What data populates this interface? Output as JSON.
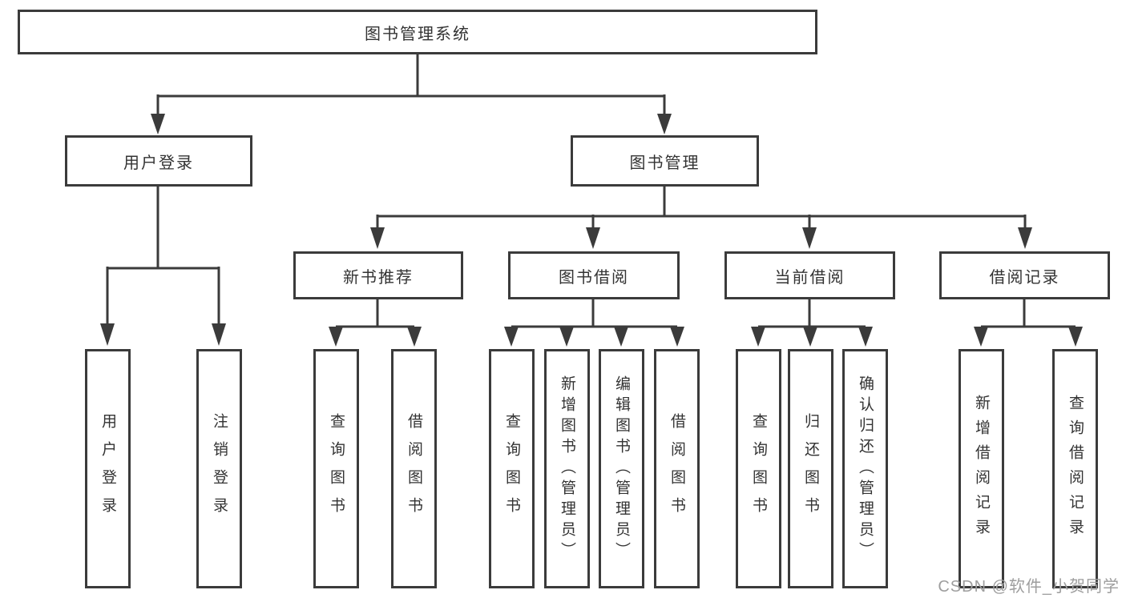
{
  "colors": {
    "line": "#3b3b3b",
    "text": "#333333",
    "watermark": "#9e9e9e",
    "background": "#ffffff"
  },
  "nodes": {
    "root": {
      "label": "图书管理系统"
    },
    "user_login": {
      "label": "用户登录"
    },
    "book_mgmt": {
      "label": "图书管理"
    },
    "new_books": {
      "label": "新书推荐"
    },
    "borrowing": {
      "label": "图书借阅"
    },
    "current": {
      "label": "当前借阅"
    },
    "records": {
      "label": "借阅记录"
    },
    "leaf_login": {
      "label": "用户登录"
    },
    "leaf_logout": {
      "label": "注销登录"
    },
    "leaf_nb_query": {
      "label": "查询图书"
    },
    "leaf_nb_borrow": {
      "label": "借阅图书"
    },
    "leaf_bb_query": {
      "label": "查询图书"
    },
    "leaf_bb_add": {
      "label": "新增图书（管理员）"
    },
    "leaf_bb_edit": {
      "label": "编辑图书（管理员）"
    },
    "leaf_bb_borrow": {
      "label": "借阅图书"
    },
    "leaf_cb_query": {
      "label": "查询图书"
    },
    "leaf_cb_return": {
      "label": "归还图书"
    },
    "leaf_cb_confirm": {
      "label": "确认归还（管理员）"
    },
    "leaf_r_add": {
      "label": "新增借阅记录"
    },
    "leaf_r_query": {
      "label": "查询借阅记录"
    }
  },
  "watermark": {
    "text": "CSDN @软件_小贺同学"
  }
}
